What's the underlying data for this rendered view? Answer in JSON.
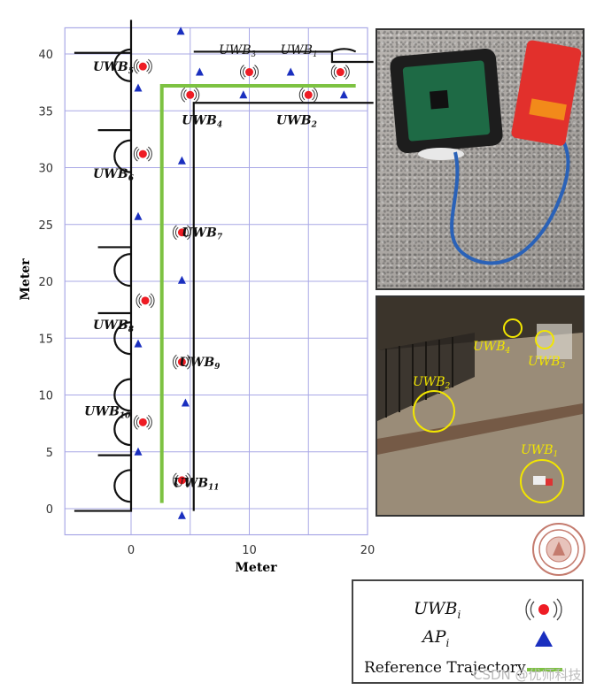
{
  "chart_data": {
    "type": "diagram",
    "xlabel": "Meter",
    "ylabel": "Meter",
    "xlim": [
      -5,
      20
    ],
    "ylim": [
      -2,
      42
    ],
    "x_ticks": [
      "0",
      "10",
      "20"
    ],
    "x_tick_values": [
      0,
      10,
      20
    ],
    "y_ticks": [
      "0",
      "5",
      "10",
      "15",
      "20",
      "25",
      "30",
      "35",
      "40"
    ],
    "y_tick_values": [
      0,
      5,
      10,
      15,
      20,
      25,
      30,
      35,
      40
    ],
    "uwb_anchors": [
      {
        "label": "UWB",
        "sub": "1",
        "x": 17.7,
        "y": 38.4,
        "label_x": 14.2,
        "label_y": 40.4,
        "bold": false
      },
      {
        "label": "UWB",
        "sub": "2",
        "x": 15.0,
        "y": 36.4,
        "label_x": 14.0,
        "label_y": 34.2,
        "bold": true
      },
      {
        "label": "UWB",
        "sub": "3",
        "x": 10.0,
        "y": 38.4,
        "label_x": 9.0,
        "label_y": 40.4,
        "bold": false
      },
      {
        "label": "UWB",
        "sub": "4",
        "x": 5.0,
        "y": 36.4,
        "label_x": 6.0,
        "label_y": 34.2,
        "bold": true
      },
      {
        "label": "UWB",
        "sub": "5",
        "x": 1.0,
        "y": 38.9,
        "label_x": -1.5,
        "label_y": 38.9,
        "bold": true
      },
      {
        "label": "UWB",
        "sub": "6",
        "x": 1.0,
        "y": 31.2,
        "label_x": -1.5,
        "label_y": 29.5,
        "bold": true
      },
      {
        "label": "UWB",
        "sub": "7",
        "x": 4.3,
        "y": 24.3,
        "label_x": 6.0,
        "label_y": 24.3,
        "bold": true
      },
      {
        "label": "UWB",
        "sub": "8",
        "x": 1.2,
        "y": 18.3,
        "label_x": -1.5,
        "label_y": 16.2,
        "bold": true
      },
      {
        "label": "UWB",
        "sub": "9",
        "x": 4.3,
        "y": 12.9,
        "label_x": 5.8,
        "label_y": 12.9,
        "bold": true
      },
      {
        "label": "UWB",
        "sub": "10",
        "x": 1.0,
        "y": 7.6,
        "label_x": -2.0,
        "label_y": 8.6,
        "bold": true
      },
      {
        "label": "UWB",
        "sub": "11",
        "x": 4.3,
        "y": 2.5,
        "label_x": 5.5,
        "label_y": 2.3,
        "bold": true
      }
    ],
    "access_points": [
      {
        "x": 4.2,
        "y": 42.0
      },
      {
        "x": 5.8,
        "y": 38.4
      },
      {
        "x": 13.5,
        "y": 38.4
      },
      {
        "x": 0.6,
        "y": 37.0
      },
      {
        "x": 9.5,
        "y": 36.4
      },
      {
        "x": 18.0,
        "y": 36.4
      },
      {
        "x": 4.3,
        "y": 30.6
      },
      {
        "x": 0.6,
        "y": 25.7
      },
      {
        "x": 4.3,
        "y": 20.1
      },
      {
        "x": 0.6,
        "y": 14.5
      },
      {
        "x": 4.6,
        "y": 9.3
      },
      {
        "x": 0.6,
        "y": 5.0
      },
      {
        "x": 4.3,
        "y": -0.6
      }
    ],
    "reference_trajectory": [
      [
        2.6,
        0.5
      ],
      [
        2.6,
        37.2
      ],
      [
        19.0,
        37.2
      ]
    ],
    "photo_labels": [
      {
        "label": "UWB",
        "sub": "4"
      },
      {
        "label": "UWB",
        "sub": "3"
      },
      {
        "label": "UWB",
        "sub": "2"
      },
      {
        "label": "UWB",
        "sub": "1"
      }
    ]
  },
  "legend": {
    "uwb_label": "UWB",
    "uwb_sub": "i",
    "ap_label": "AP",
    "ap_sub": "i",
    "trajectory_label": "Reference Trajectory"
  },
  "watermark": "CSDN @优师科技",
  "colors": {
    "grid": "#a9a8e6",
    "wall": "#111111",
    "trajectory": "#7dc242",
    "anchor": "#ee1c24",
    "ap": "#1a2fbf",
    "photo_label": "#f2e600"
  }
}
